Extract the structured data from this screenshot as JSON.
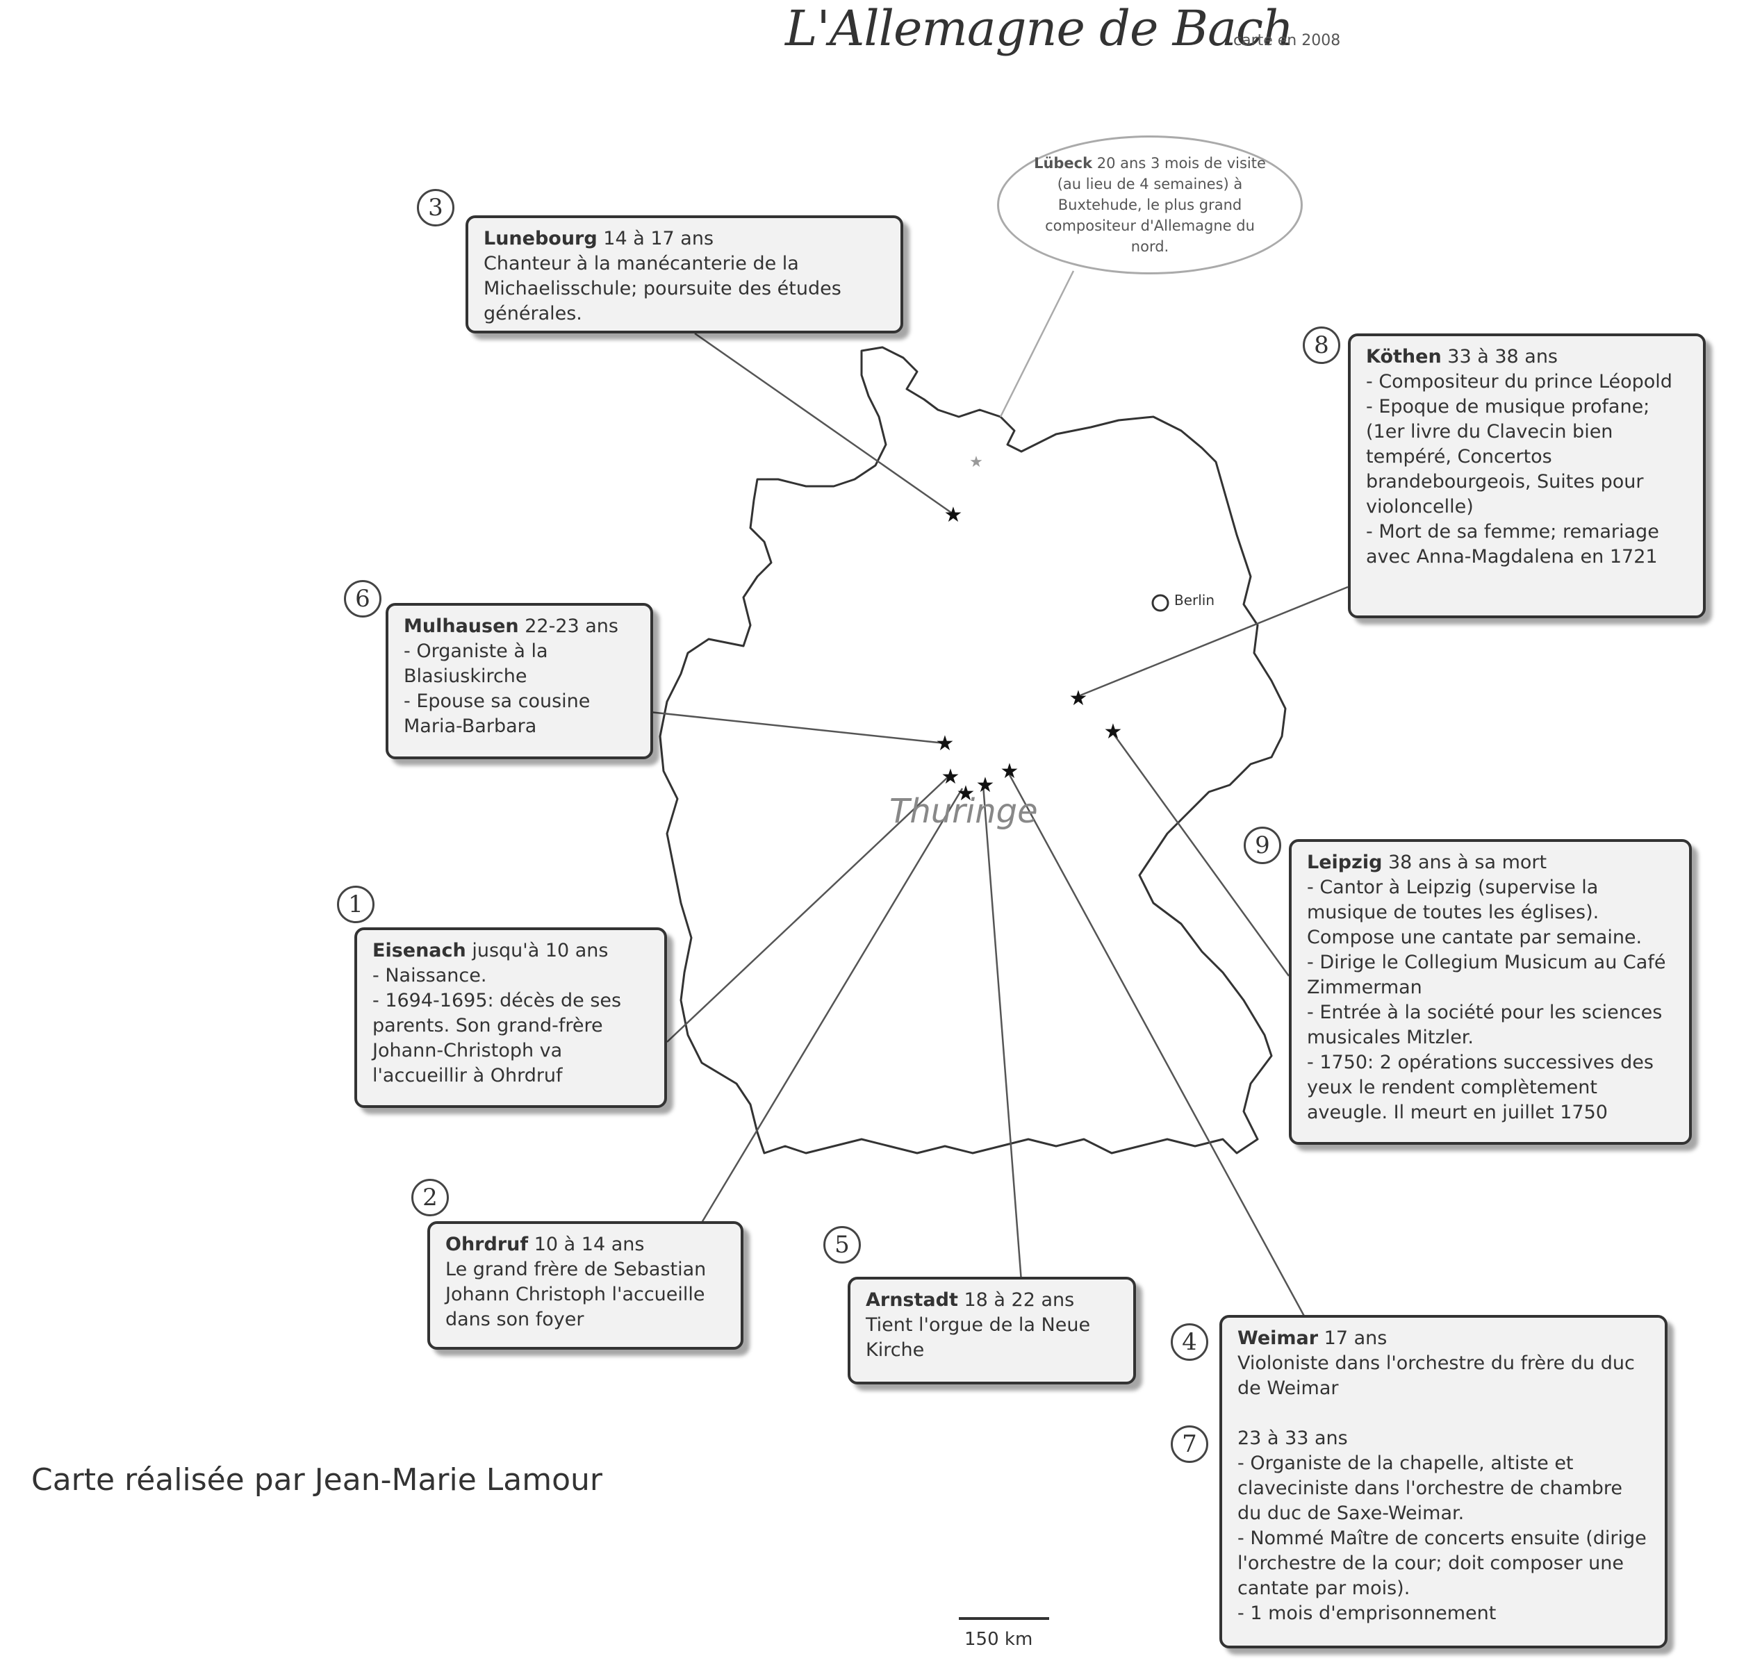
{
  "title": "L'Allemagne de Bach",
  "subtitle": "carte en 2008",
  "credit": "Carte réalisée par Jean-Marie Lamour",
  "scale_label": "150 km",
  "region_label": "Thuringe",
  "capital_label": "Berlin",
  "lubeck": {
    "city": "Lübeck",
    "age": "20 ans",
    "text": "3 mois de visite (au lieu de 4 semaines) à Buxtehude, le plus grand compositeur d'Allemagne du nord."
  },
  "boxes": {
    "lunebourg": {
      "number": "3",
      "city": "Lunebourg",
      "age": "14 à 17 ans",
      "lines": [
        "Chanteur à la manécanterie de la Michaelisschule; poursuite des études générales."
      ]
    },
    "kothen": {
      "number": "8",
      "city": "Köthen",
      "age": "33 à 38 ans",
      "lines": [
        "- Compositeur du prince Léopold",
        "- Epoque de musique profane; (1er livre du Clavecin bien tempéré, Concertos brandebourgeois, Suites pour violoncelle)",
        "- Mort de sa femme; remariage avec Anna-Magdalena en 1721"
      ]
    },
    "mulhausen": {
      "number": "6",
      "city": "Mulhausen",
      "age": "22-23 ans",
      "lines": [
        "- Organiste à la Blasiuskirche",
        "- Epouse sa cousine Maria-Barbara"
      ]
    },
    "eisenach": {
      "number": "1",
      "city": "Eisenach",
      "age": "jusqu'à 10 ans",
      "lines": [
        "- Naissance.",
        "- 1694-1695: décès de ses parents. Son grand-frère Johann-Christoph va l'accueillir à Ohrdruf"
      ]
    },
    "leipzig": {
      "number": "9",
      "city": "Leipzig",
      "age": "38 ans à sa mort",
      "lines": [
        "- Cantor à Leipzig (supervise la musique de toutes les églises). Compose une cantate par semaine.",
        "- Dirige le Collegium Musicum au Café Zimmerman",
        "- Entrée à la société pour les sciences musicales Mitzler.",
        "- 1750: 2 opérations successives des yeux le rendent complètement aveugle. Il meurt en juillet 1750"
      ]
    },
    "ohrdruf": {
      "number": "2",
      "city": "Ohrdruf",
      "age": "10 à 14 ans",
      "lines": [
        "Le grand frère de Sebastian Johann Christoph l'accueille dans son foyer"
      ]
    },
    "arnstadt": {
      "number": "5",
      "city": "Arnstadt",
      "age": "18 à 22 ans",
      "lines": [
        "Tient l'orgue de la Neue Kirche"
      ]
    },
    "weimar": {
      "number": "4",
      "number2": "7",
      "city": "Weimar",
      "age": "17 ans",
      "lines": [
        "Violoniste dans l'orchestre du frère du duc de Weimar"
      ],
      "age2": "23 à 33 ans",
      "lines2": [
        "- Organiste de la chapelle, altiste et claveciniste dans l'orchestre de chambre du duc de Saxe-Weimar.",
        "- Nommé Maître de concerts ensuite (dirige l'orchestre de la cour; doit composer une cantate par mois).",
        "- 1 mois d'emprisonnement"
      ]
    }
  }
}
